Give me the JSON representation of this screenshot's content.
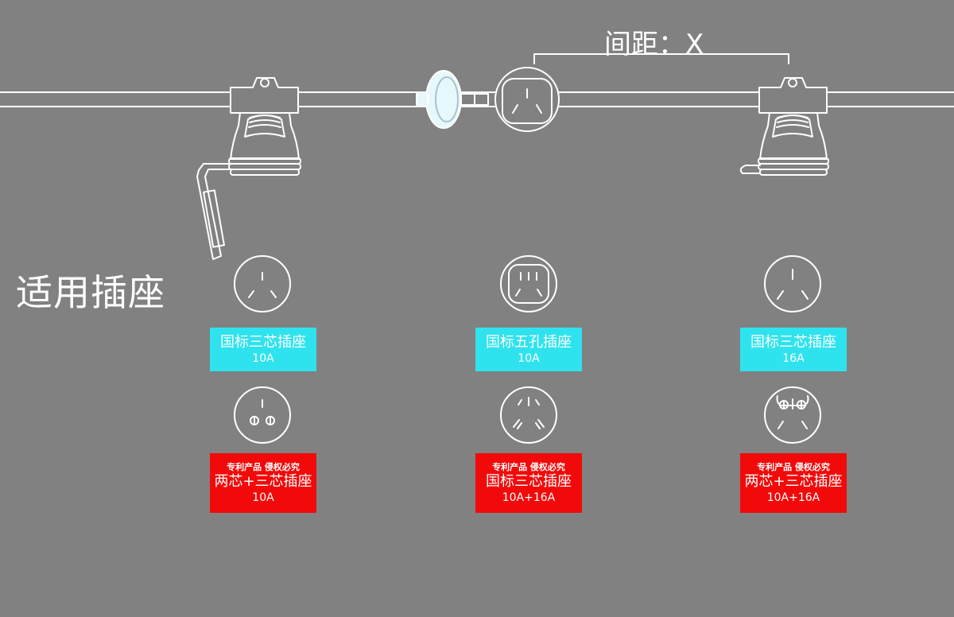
{
  "title": "适用插座",
  "spacing_label": "间距：X",
  "columns": [
    {
      "cyan_tag": {
        "name": "国标三芯插座",
        "rating": "10A"
      },
      "red_tag": {
        "patent": "专利产品  侵权必究",
        "name": "两芯+三芯插座",
        "rating": "10A"
      }
    },
    {
      "cyan_tag": {
        "name": "国标五孔插座",
        "rating": "10A"
      },
      "red_tag": {
        "patent": "专利产品  侵权必究",
        "name": "国标三芯插座",
        "rating": "10A+16A"
      }
    },
    {
      "cyan_tag": {
        "name": "国标三芯插座",
        "rating": "16A"
      },
      "red_tag": {
        "patent": "专利产品  侵权必究",
        "name": "两芯+三芯插座",
        "rating": "10A+16A"
      }
    }
  ],
  "colors": {
    "background": "#828181",
    "line": "#ffffff",
    "cyan_tag": "#2fe3ee",
    "red_tag": "#f20a0a"
  }
}
